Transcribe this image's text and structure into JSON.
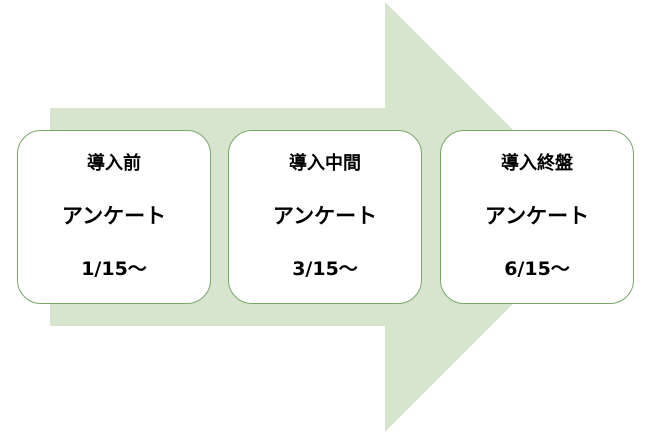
{
  "colors": {
    "arrow_fill": "#d7e5cf",
    "card_border": "#7aa86a",
    "card_fill": "#ffffff",
    "text": "#000000"
  },
  "stages": [
    {
      "title": "導入前",
      "label": "アンケート",
      "date": "1/15～"
    },
    {
      "title": "導入中間",
      "label": "アンケート",
      "date": "3/15～"
    },
    {
      "title": "導入終盤",
      "label": "アンケート",
      "date": "6/15～"
    }
  ]
}
